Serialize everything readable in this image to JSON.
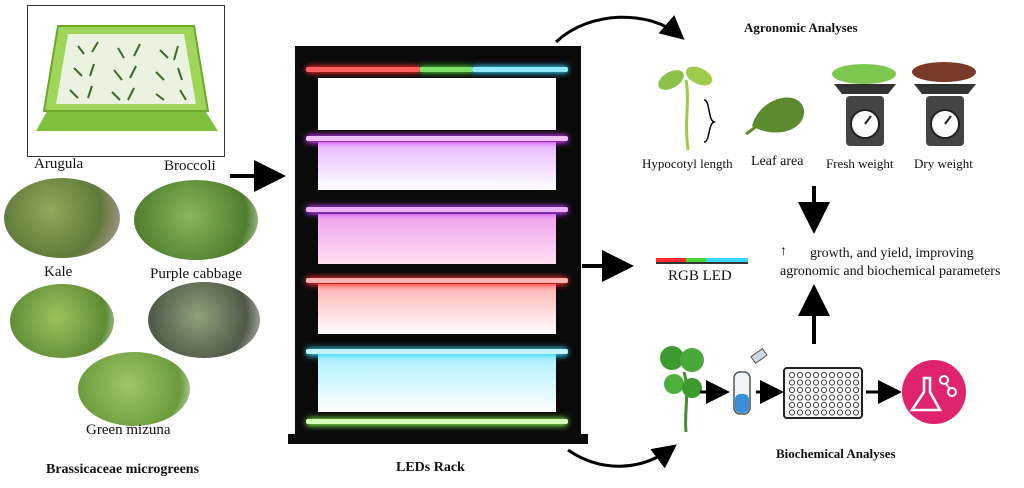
{
  "left_panel": {
    "varieties": [
      "Arugula",
      "Broccoli",
      "Kale",
      "Purple cabbage",
      "Green mizuna"
    ],
    "caption": "Brassicaceae microgreens"
  },
  "rack": {
    "caption": "LEDs Rack"
  },
  "agronomic": {
    "title": "Agronomic Analyses",
    "items": [
      "Hypocotyl length",
      "Leaf area",
      "Fresh weight",
      "Dry weight"
    ]
  },
  "result": {
    "led_label": "RGB LED",
    "arrow_symbol": "↑",
    "line1": "growth, and yield, improving",
    "line2": "agronomic and biochemical parameters"
  },
  "biochemical": {
    "title": "Biochemical Analyses"
  },
  "colors": {
    "tray_green": "#8cc63f",
    "flask_pink": "#e0236f",
    "tube_blue": "#3b8fd8",
    "led_red": "#ff2a2a",
    "led_green": "#4cd137",
    "led_blue": "#38d6ff",
    "led_magenta": "#d43cff"
  }
}
